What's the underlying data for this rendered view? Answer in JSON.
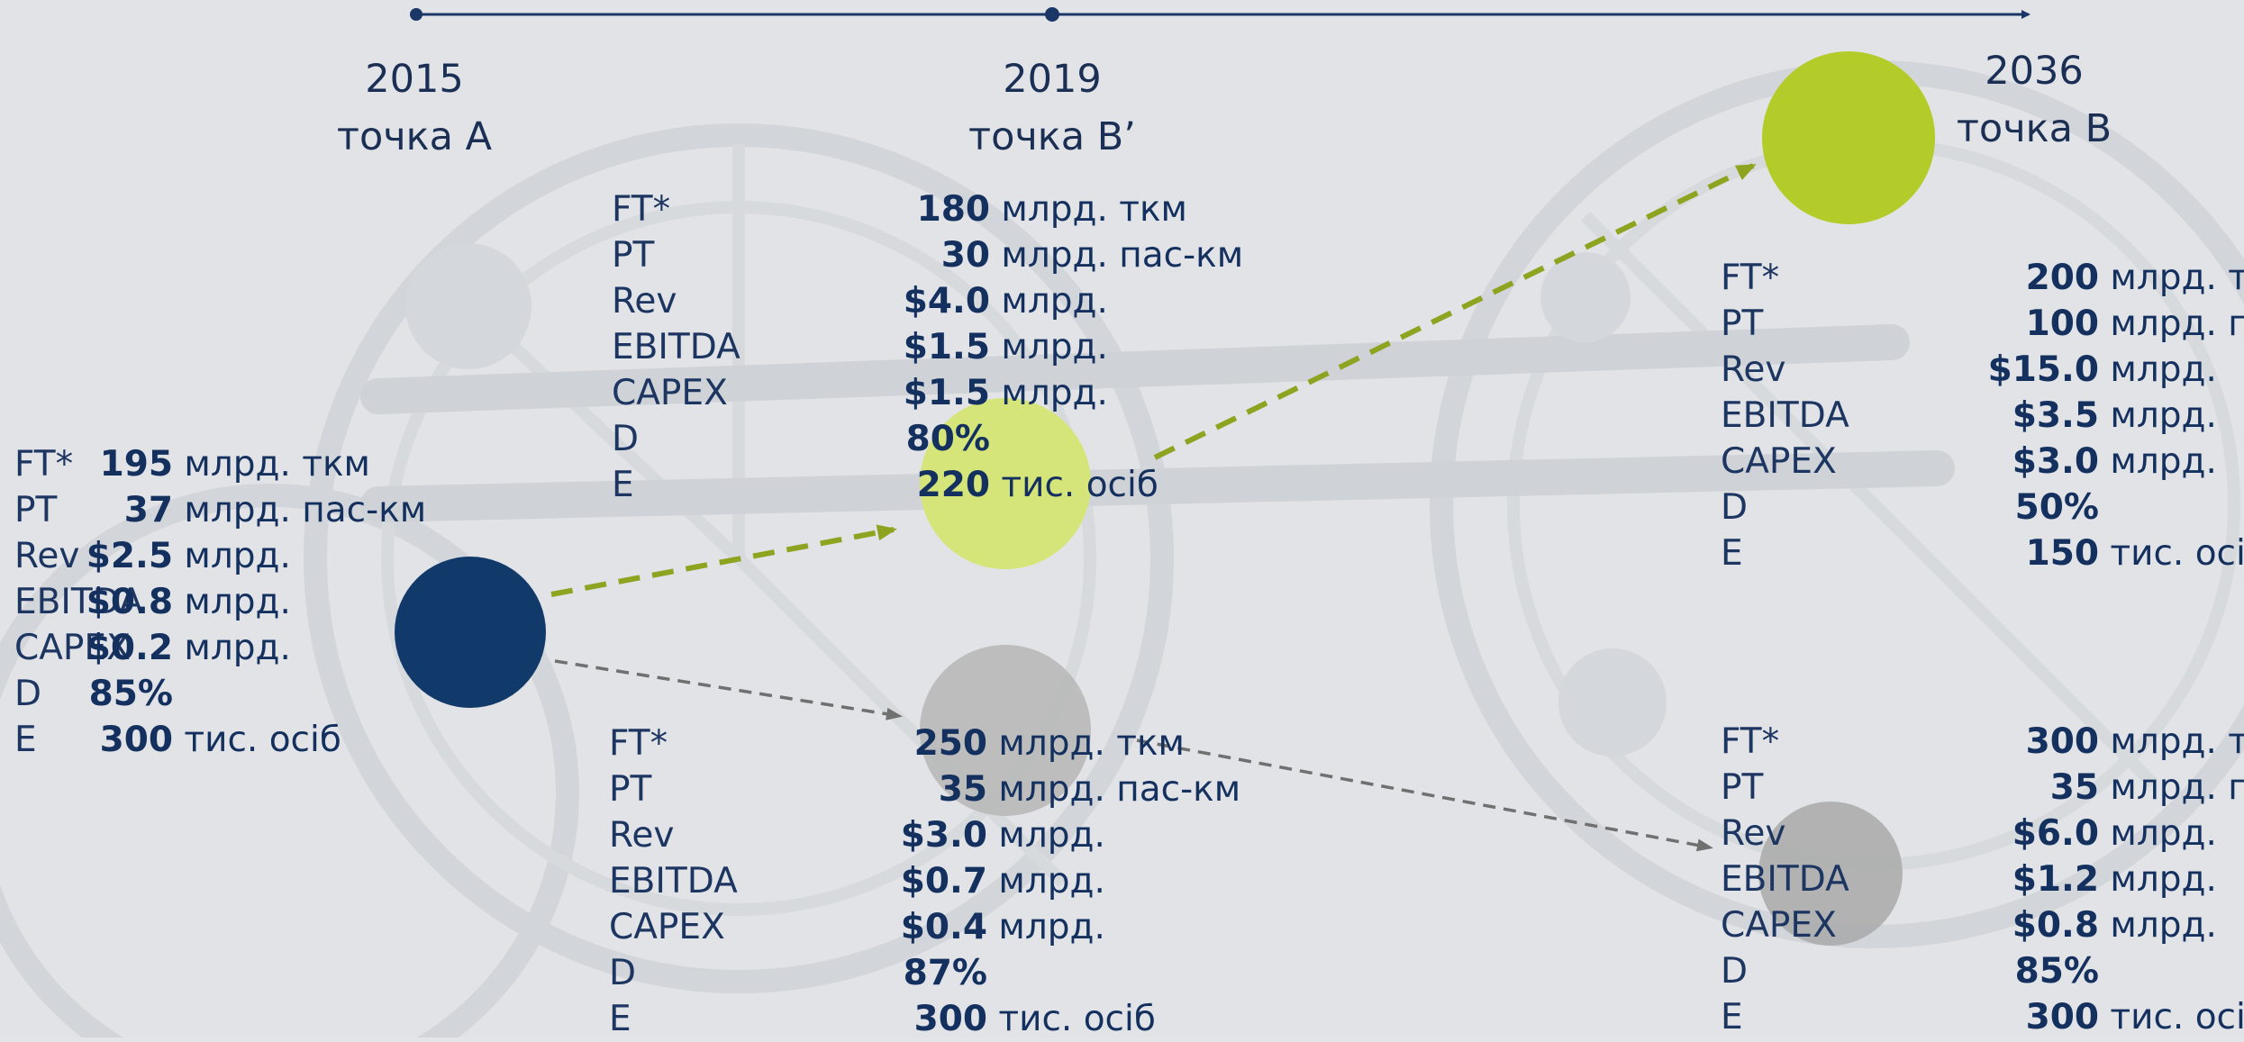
{
  "timeline": {
    "points": [
      {
        "year": "2015",
        "name": "точка А"
      },
      {
        "year": "2019",
        "name": "точка В’"
      },
      {
        "year": "2036",
        "name": "точка В"
      }
    ]
  },
  "colors": {
    "navy": "#113a6b",
    "lime": "#b3cc29",
    "pale_lime": "#d5e57a",
    "gray": "#b6b6b6",
    "arrow_green": "#8ea320",
    "arrow_gray": "#707070",
    "text": "#14305e"
  },
  "blocks": {
    "a": {
      "rows": [
        {
          "key": "FT*",
          "num": "195",
          "unit": " млрд. ткм"
        },
        {
          "key": "PT",
          "num": "37",
          "unit": " млрд. пас-км"
        },
        {
          "key": "Rev",
          "num": "$2.5",
          "unit": " млрд."
        },
        {
          "key": "EBITDA",
          "num": "$0.8",
          "unit": " млрд."
        },
        {
          "key": "CAPEX",
          "num": "$0.2",
          "unit": " млрд."
        },
        {
          "key": "D",
          "num": "85%",
          "unit": ""
        },
        {
          "key": "E",
          "num": "300",
          "unit": " тис. осіб"
        }
      ]
    },
    "b_prime_good": {
      "rows": [
        {
          "key": "FT*",
          "num": "180",
          "unit": " млрд. ткм"
        },
        {
          "key": "PT",
          "num": "30",
          "unit": " млрд. пас-км"
        },
        {
          "key": "Rev",
          "num": "$4.0",
          "unit": " млрд."
        },
        {
          "key": "EBITDA",
          "num": "$1.5",
          "unit": " млрд."
        },
        {
          "key": "CAPEX",
          "num": "$1.5",
          "unit": " млрд."
        },
        {
          "key": "D",
          "num": "80%",
          "unit": ""
        },
        {
          "key": "E",
          "num": "220",
          "unit": " тис. осіб"
        }
      ]
    },
    "b_prime_bad": {
      "rows": [
        {
          "key": "FT*",
          "num": "250",
          "unit": " млрд. ткм"
        },
        {
          "key": "PT",
          "num": "35",
          "unit": " млрд. пас-км"
        },
        {
          "key": "Rev",
          "num": "$3.0",
          "unit": " млрд."
        },
        {
          "key": "EBITDA",
          "num": "$0.7",
          "unit": " млрд."
        },
        {
          "key": "CAPEX",
          "num": "$0.4",
          "unit": " млрд."
        },
        {
          "key": "D",
          "num": "87%",
          "unit": ""
        },
        {
          "key": "E",
          "num": "300",
          "unit": " тис. осіб"
        }
      ]
    },
    "b_good": {
      "rows": [
        {
          "key": "FT*",
          "num": "200",
          "unit": " млрд. ткм"
        },
        {
          "key": "PT",
          "num": "100",
          "unit": " млрд. пас-км"
        },
        {
          "key": "Rev",
          "num": "$15.0",
          "unit": " млрд."
        },
        {
          "key": "EBITDA",
          "num": "$3.5",
          "unit": " млрд."
        },
        {
          "key": "CAPEX",
          "num": "$3.0",
          "unit": " млрд."
        },
        {
          "key": "D",
          "num": "50%",
          "unit": ""
        },
        {
          "key": "E",
          "num": "150",
          "unit": " тис. осіб"
        }
      ]
    },
    "b_bad": {
      "rows": [
        {
          "key": "FT*",
          "num": "300",
          "unit": " млрд. ткм"
        },
        {
          "key": "PT",
          "num": "35",
          "unit": " млрд. пас-км"
        },
        {
          "key": "Rev",
          "num": "$6.0",
          "unit": " млрд."
        },
        {
          "key": "EBITDA",
          "num": "$1.2",
          "unit": " млрд."
        },
        {
          "key": "CAPEX",
          "num": "$0.8",
          "unit": " млрд."
        },
        {
          "key": "D",
          "num": "85%",
          "unit": ""
        },
        {
          "key": "E",
          "num": "300",
          "unit": " тис. осіб"
        }
      ]
    }
  }
}
